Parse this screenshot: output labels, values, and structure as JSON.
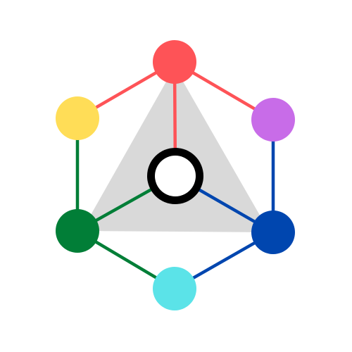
{
  "diagram": {
    "background": "#ffffff",
    "triangle_fill": "#d9d9d9",
    "center_ring": {
      "stroke": "#000000",
      "fill": "#ffffff"
    },
    "nodes": [
      {
        "id": "top",
        "color": "#fe5357"
      },
      {
        "id": "upper-right",
        "color": "#c86ce8"
      },
      {
        "id": "lower-right",
        "color": "#0046af"
      },
      {
        "id": "bottom",
        "color": "#5be3e8"
      },
      {
        "id": "lower-left",
        "color": "#017e37"
      },
      {
        "id": "upper-left",
        "color": "#ffdd57"
      }
    ],
    "edges": [
      {
        "from": "top",
        "to": "upper-right",
        "color": "#fe5357"
      },
      {
        "from": "top",
        "to": "upper-left",
        "color": "#fe5357"
      },
      {
        "from": "upper-right",
        "to": "lower-right",
        "color": "#0046af"
      },
      {
        "from": "lower-right",
        "to": "bottom",
        "color": "#0046af"
      },
      {
        "from": "bottom",
        "to": "lower-left",
        "color": "#017e37"
      },
      {
        "from": "lower-left",
        "to": "upper-left",
        "color": "#017e37"
      }
    ],
    "spokes": [
      {
        "to": "top",
        "color": "#fe5357"
      },
      {
        "to": "lower-right",
        "color": "#0046af"
      },
      {
        "to": "lower-left",
        "color": "#017e37"
      }
    ]
  }
}
